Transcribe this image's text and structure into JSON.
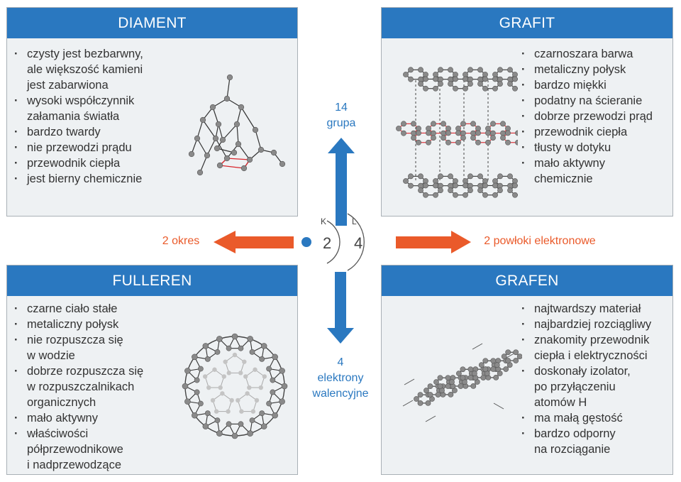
{
  "cards": {
    "diament": {
      "title": "DIAMENT",
      "properties": [
        "czysty jest bezbarwny,\nale większość kamieni\njest zabarwiona",
        "wysoki współczynnik\nzałamania światła",
        "bardzo twardy",
        "nie przewodzi prądu",
        "przewodnik ciepła",
        "jest bierny chemicznie"
      ]
    },
    "grafit": {
      "title": "GRAFIT",
      "properties": [
        "czarnoszara barwa",
        "metaliczny połysk",
        "bardzo miękki",
        "podatny na ścieranie",
        "dobrze przewodzi prąd",
        "przewodnik ciepła",
        "tłusty w dotyku",
        "mało aktywny\nchemicznie"
      ]
    },
    "fulleren": {
      "title": "FULLEREN",
      "properties": [
        "czarne ciało stałe",
        "metaliczny połysk",
        "nie rozpuszcza się\nw wodzie",
        "dobrze rozpuszcza się\nw rozpuszczalnikach\norganicznych",
        "mało aktywny",
        "właściwości\npółprzewodnikowe\ni nadprzewodzące"
      ]
    },
    "grafen": {
      "title": "GRAFEN",
      "properties": [
        "najtwardszy materiał",
        "najbardziej rozciągliwy",
        "znakomity przewodnik\nciepła i elektryczności",
        "doskonały izolator,\npo przyłączeniu\natomów H",
        "ma małą gęstość",
        "bardzo odporny\nna rozciąganie"
      ]
    }
  },
  "center": {
    "up": {
      "line1": "14",
      "line2": "grupa"
    },
    "down": {
      "line1": "4",
      "line2": "elektrony",
      "line3": "walencyjne"
    },
    "left": "2 okres",
    "right": "2 powłoki elektronowe",
    "shell_k": "K",
    "shell_l": "L",
    "num_k": "2",
    "num_l": "4"
  },
  "colors": {
    "blue": "#2a78c0",
    "orange": "#ea5a2a",
    "card_bg": "#eef1f3",
    "atom": "#8a8a8a",
    "highlight_bond": "#d9262c"
  }
}
